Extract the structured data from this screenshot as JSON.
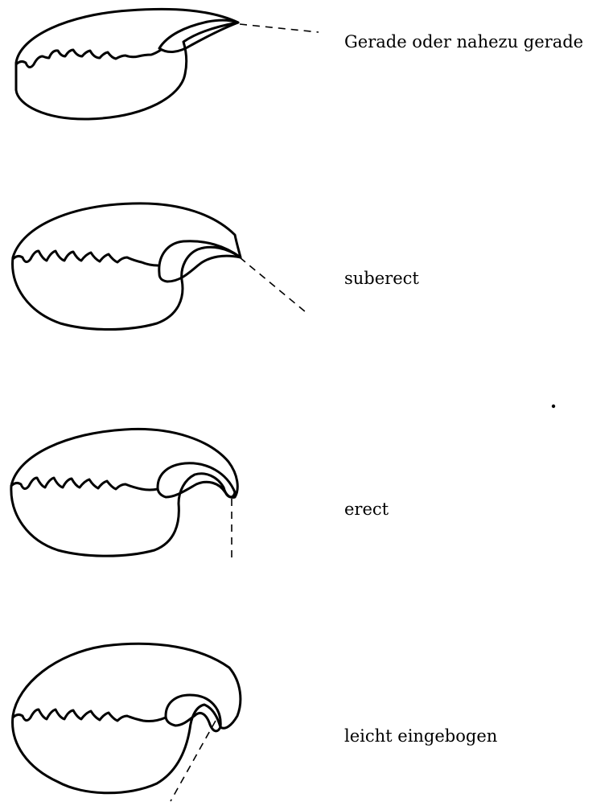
{
  "figure": {
    "panels": [
      {
        "label": "Gerade oder nahezu gerade"
      },
      {
        "label": "suberect"
      },
      {
        "label": "erect"
      },
      {
        "label": "leicht eingebogen"
      }
    ]
  }
}
